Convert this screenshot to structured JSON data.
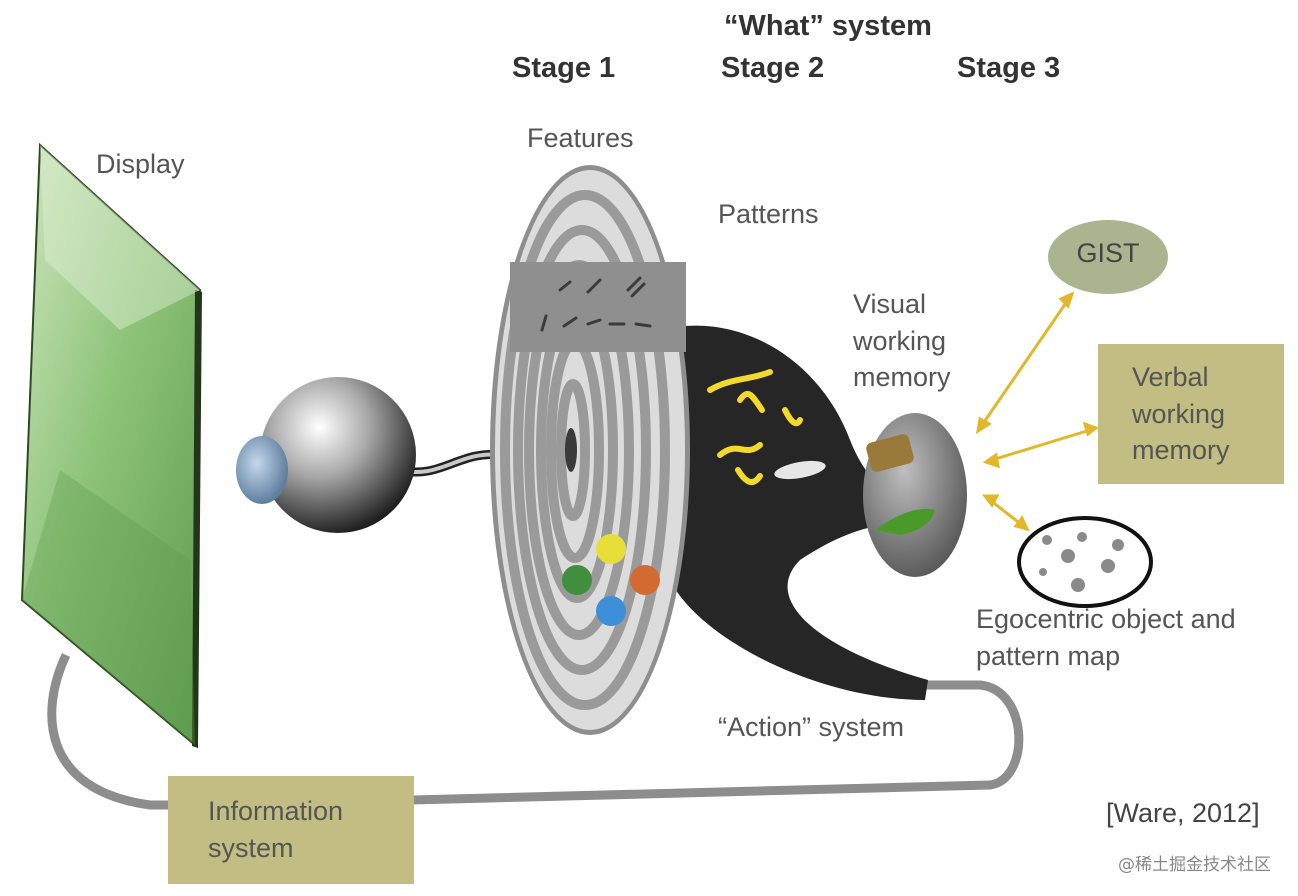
{
  "title": "“What” system",
  "stages": [
    "Stage 1",
    "Stage 2",
    "Stage 3"
  ],
  "labels": {
    "display": "Display",
    "features": "Features",
    "patterns": "Patterns",
    "visual_working_memory": [
      "Visual",
      "working",
      "memory"
    ],
    "gist": "GIST",
    "verbal_working_memory": [
      "Verbal",
      "working",
      "memory"
    ],
    "egocentric": [
      "Egocentric object and",
      "pattern map"
    ],
    "action_system": "“Action” system",
    "information_system": [
      "Information",
      "system"
    ]
  },
  "citation": "[Ware, 2012]",
  "watermark": "@稀土掘金技术社区",
  "colors": {
    "display_green": "#7fb868",
    "box_olive": "#c2bd83",
    "gist_green": "#aab58f",
    "arrow_gold": "#e0b82a",
    "feature_dots": [
      "#e8de3a",
      "#d36a32",
      "#3f8f3f",
      "#3d8fd8"
    ]
  }
}
